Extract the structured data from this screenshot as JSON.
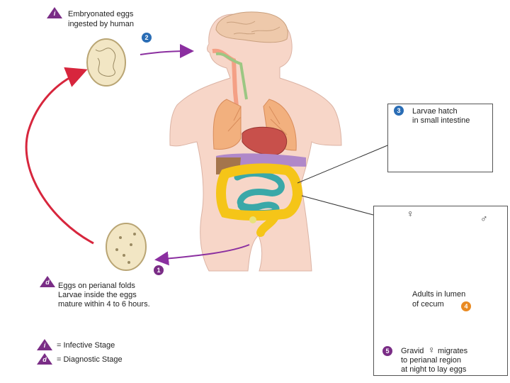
{
  "labels": {
    "step1_line1": "Embryonated eggs",
    "step1_line2": "ingested by human",
    "step3_line1": "Larvae hatch",
    "step3_line2": "in small intestine",
    "eggs_line1": "Eggs on perianal folds",
    "eggs_line2": "Larvae inside the eggs",
    "eggs_line3": "mature within 4 to 6 hours.",
    "adults_line1": "Adults in lumen",
    "adults_line2": "of cecum",
    "gravid_line1_a": "Gravid",
    "gravid_line1_b": "migrates",
    "gravid_line2": "to perianal region",
    "gravid_line3": "at night to lay eggs"
  },
  "badges": {
    "b1": "1",
    "b2": "2",
    "b3": "3",
    "b4": "4",
    "b5": "5"
  },
  "stage_markers": {
    "infective": "i",
    "diagnostic": "d"
  },
  "symbols": {
    "female": "♀",
    "male": "♂",
    "female_inline": "♀"
  },
  "legend": {
    "infective": "= Infective Stage",
    "diagnostic": "= Diagnostic Stage"
  },
  "colors": {
    "marker": "#7a2d86",
    "badge_blue": "#2a6db5",
    "badge_purple": "#7a2d86",
    "badge_orange": "#e98a22",
    "cycle_arrow": "#d7263d",
    "pointer_arrow": "#8b2fa0",
    "skin": "#f7d6c8",
    "egg": "#f2e6c4",
    "worm": "#eedcb3",
    "colon": "#f5c518",
    "small_intestine": "#3aa8a8"
  }
}
